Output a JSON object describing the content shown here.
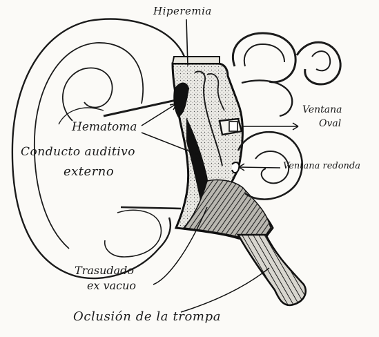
{
  "labels": {
    "hiperemia": "Hiperemia",
    "hematoma": "Hematoma",
    "conducto_line1": "Conducto auditivo",
    "conducto_line2": "externo",
    "ventana_oval_line1": "Ventana",
    "ventana_oval_line2": "Oval",
    "ventana_redonda": "Ventana redonda",
    "trasudado_line1": "Trasudado",
    "trasudado_line2": "ex vacuo",
    "oclusion": "Oclusión de la trompa"
  }
}
